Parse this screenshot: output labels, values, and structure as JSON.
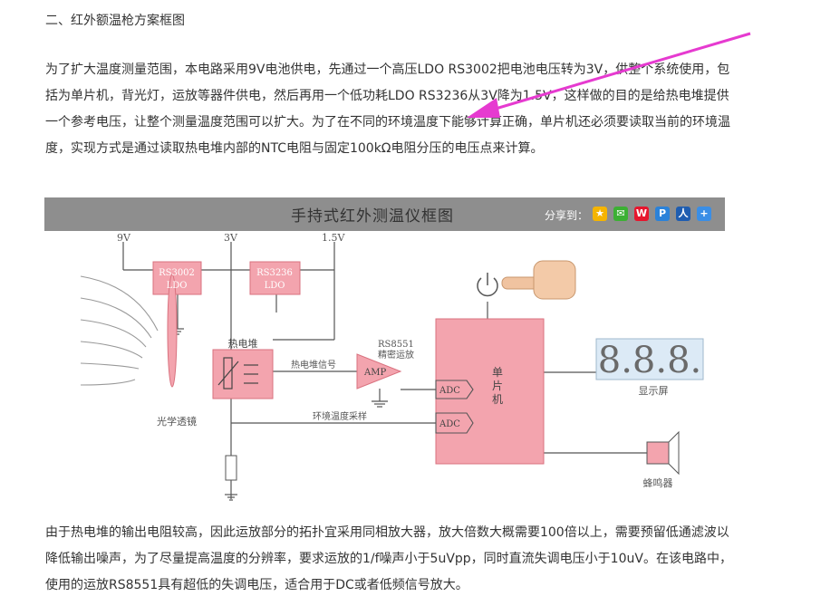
{
  "heading": "二、红外额温枪方案框图",
  "paragraphs": [
    "为了扩大温度测量范围，本电路采用9V电池供电，先通过一个高压LDO RS3002把电池电压转为3V，供整个系统使用，包括为单片机，背光灯，运放等器件供电，然后再用一个低功耗LDO RS3236从3V降为1.5V，这样做的目的是给热电堆提供一个参考电压，让整个测量温度范围可以扩大。为了在不同的环境温度下能够计算正确，单片机还必须要读取当前的环境温度，实现方式是通过读取热电堆内部的NTC电阻与固定100kΩ电阻分压的电压点来计算。",
    "由于热电堆的输出电阻较高，因此运放部分的拓扑宜采用同相放大器，放大倍数大概需要100倍以上，需要预留低通滤波以降低输出噪声，为了尽量提高温度的分辨率，要求运放的1/f噪声小于5uVpp，同时直流失调电压小于10uV。在该电路中，使用的运放RS8551具有超低的失调电压，适合用于DC或者低频信号放大。"
  ],
  "figure": {
    "title": "手持式红外测温仪框图",
    "share_label": "分享到：",
    "share_icons": [
      {
        "name": "qzone-icon",
        "color": "#f5b400",
        "glyph": "★"
      },
      {
        "name": "wechat-icon",
        "color": "#3cb034",
        "glyph": "✉"
      },
      {
        "name": "weibo-icon",
        "color": "#e6162d",
        "glyph": "W"
      },
      {
        "name": "tencent-icon",
        "color": "#2b82d9",
        "glyph": "P"
      },
      {
        "name": "renren-icon",
        "color": "#1f5db0",
        "glyph": "人"
      },
      {
        "name": "more-icon",
        "color": "#3a8ee6",
        "glyph": "+"
      }
    ],
    "labels": {
      "v9": "9V",
      "v3": "3V",
      "v15": "1.5V",
      "ldo1_name": "RS3002",
      "ldo1_type": "LDO",
      "ldo2_name": "RS3236",
      "ldo2_type": "LDO",
      "thermopile": "热电堆",
      "lens": "光学透镜",
      "op_name": "RS8551",
      "op_desc": "精密运放",
      "amp": "AMP",
      "thermo_signal": "热电堆信号",
      "ambient": "环境温度采样",
      "adc1": "ADC",
      "adc2": "ADC",
      "mcu": [
        "单",
        "片",
        "机"
      ],
      "display_digits": "8.8.8.",
      "display": "显示屏",
      "buzzer": "蜂鸣器"
    }
  },
  "colors": {
    "pink_fill": "#f3a4ae",
    "pink_stroke": "#d9727f",
    "line": "#555555",
    "display_bg": "#dceaf6",
    "display_digit": "#6a6a6a",
    "arrow": "#e63ad0"
  }
}
